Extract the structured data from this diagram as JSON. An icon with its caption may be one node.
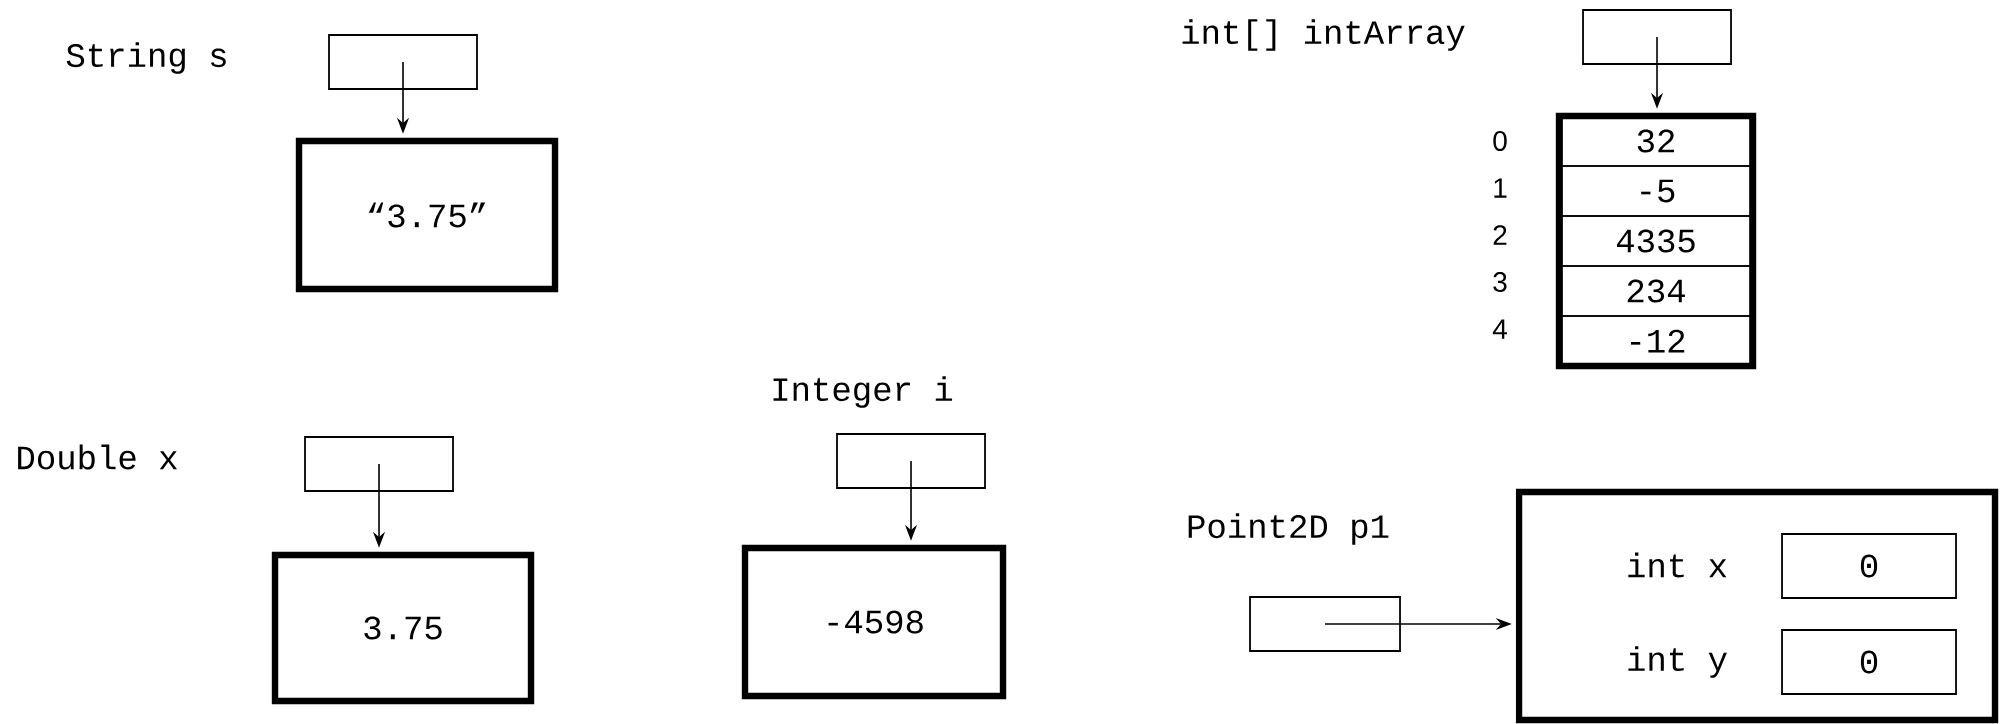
{
  "diagram": {
    "nodes": [
      {
        "text": [],
        "shape": "box",
        "beside": [
          "String  s"
        ]
      },
      {
        "text": [
          "“3.75”"
        ]
      },
      {
        "text": [],
        "shape": "box",
        "beside": [
          "Double x"
        ]
      },
      {
        "text": [
          "3.75"
        ]
      },
      {
        "text": [],
        "shape": "box",
        "beside": [
          "Integer  i"
        ]
      },
      {
        "text": [
          "-4598"
        ]
      },
      {
        "text": [],
        "shape": "box",
        "beside": [
          "int[] intArray"
        ]
      },
      {
        "text": [],
        "shape": "box"
      },
      {
        "text": [
          "32"
        ],
        "in": 7
      },
      {
        "text": [
          "-5"
        ],
        "in": 7
      },
      {
        "text": [
          "4335"
        ],
        "in": 7
      },
      {
        "text": [
          "234"
        ],
        "in": 7
      },
      {
        "text": [
          "-12"
        ],
        "in": 7
      },
      {
        "text": [],
        "shape": "box",
        "beside": [
          "Point2D  p1"
        ]
      },
      {
        "text": [],
        "shape": "box"
      },
      {
        "text": [
          "0"
        ],
        "in": 14,
        "beside": [
          "int x"
        ]
      },
      {
        "text": [
          "0"
        ],
        "in": 14,
        "beside": [
          "int y"
        ]
      }
    ],
    "edges": [
      {
        "from": 0,
        "to": 1,
        "arrow": "to"
      },
      {
        "from": 2,
        "to": 3,
        "arrow": "to"
      },
      {
        "from": 4,
        "to": 5,
        "arrow": "to"
      },
      {
        "from": 6,
        "to": 7,
        "arrow": "to"
      },
      {
        "from": 13,
        "to": 14,
        "arrow": "to"
      }
    ],
    "labels": [
      "0",
      "1",
      "2",
      "3",
      "4"
    ]
  }
}
